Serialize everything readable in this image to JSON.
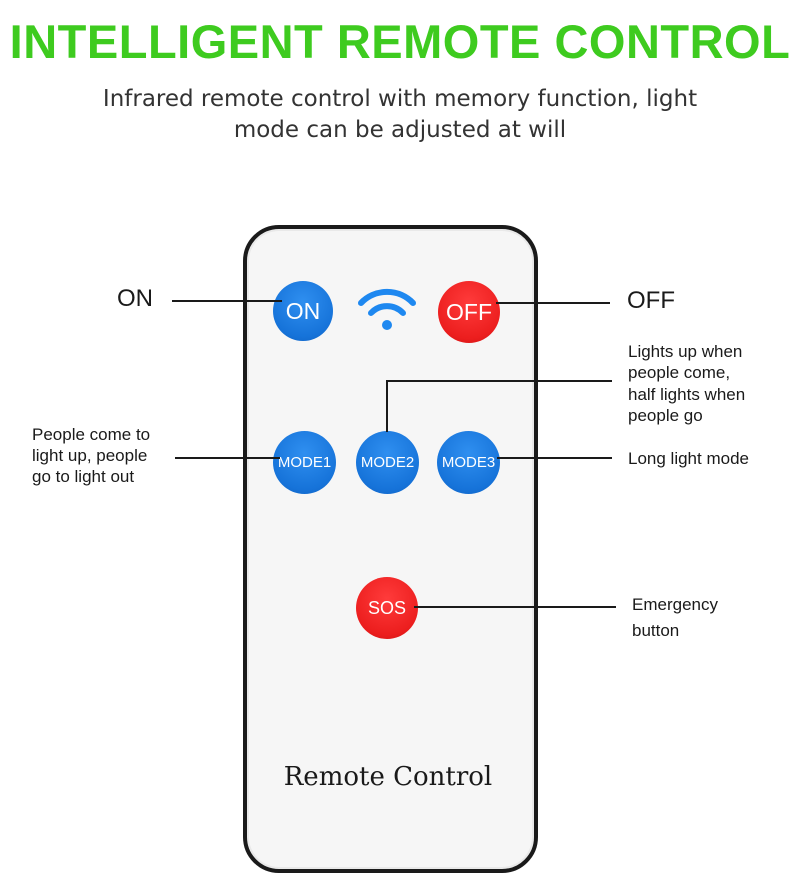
{
  "header": {
    "title": "INTELLIGENT REMOTE CONTROL",
    "title_color": "#3ecb1f",
    "subtitle_line1": "Infrared remote control with memory function, light",
    "subtitle_line2": "mode can be adjusted at will"
  },
  "remote": {
    "label": "Remote Control",
    "buttons": {
      "on": "ON",
      "off": "OFF",
      "mode1": "MODE1",
      "mode2": "MODE2",
      "mode3": "MODE3",
      "sos": "SOS"
    },
    "signal_icon": "wifi-signal-icon",
    "colors": {
      "blue": "#1673d9",
      "red": "#ec1e1e"
    }
  },
  "annotations": {
    "on": "ON",
    "off": "OFF",
    "mode1": [
      "People come to",
      "light up, people",
      "go to light out"
    ],
    "mode2": [
      "Lights up when",
      "people come,",
      "half lights when",
      "people go"
    ],
    "mode3": "Long light mode",
    "sos": [
      "Emergency",
      "button"
    ]
  }
}
